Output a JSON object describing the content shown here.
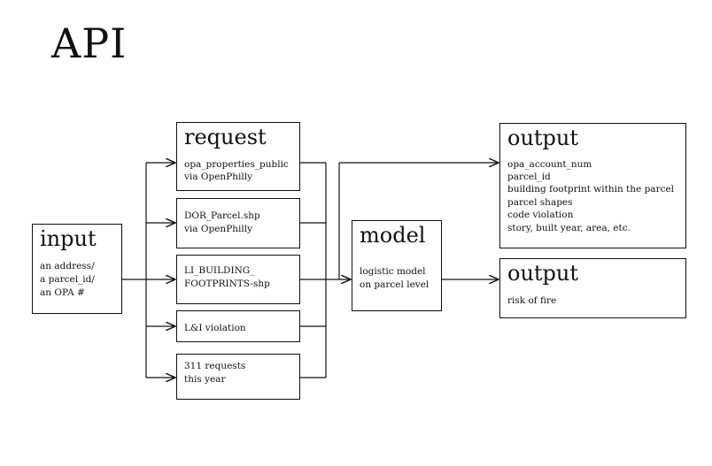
{
  "title": "API",
  "input": {
    "heading": "input",
    "lines": [
      "an address/",
      "a parcel_id/",
      "an OPA #"
    ]
  },
  "request": {
    "heading": "request",
    "items": [
      [
        "opa_properties_public",
        "via OpenPhilly"
      ],
      [
        "DOR_Parcel.shp",
        "via OpenPhilly"
      ],
      [
        "LI_BUILDING_",
        "FOOTPRINTS-shp"
      ],
      [
        "L&I violation"
      ],
      [
        "311 requests",
        "this year"
      ]
    ]
  },
  "model": {
    "heading": "model",
    "lines": [
      "logistic model",
      "on parcel level"
    ]
  },
  "output_top": {
    "heading": "output",
    "lines": [
      "opa_account_num",
      "parcel_id",
      "building footprint within the parcel",
      "parcel shapes",
      "code violation",
      "story, built year, area, etc."
    ]
  },
  "output_bottom": {
    "heading": "output",
    "lines": [
      "risk of fire"
    ]
  }
}
